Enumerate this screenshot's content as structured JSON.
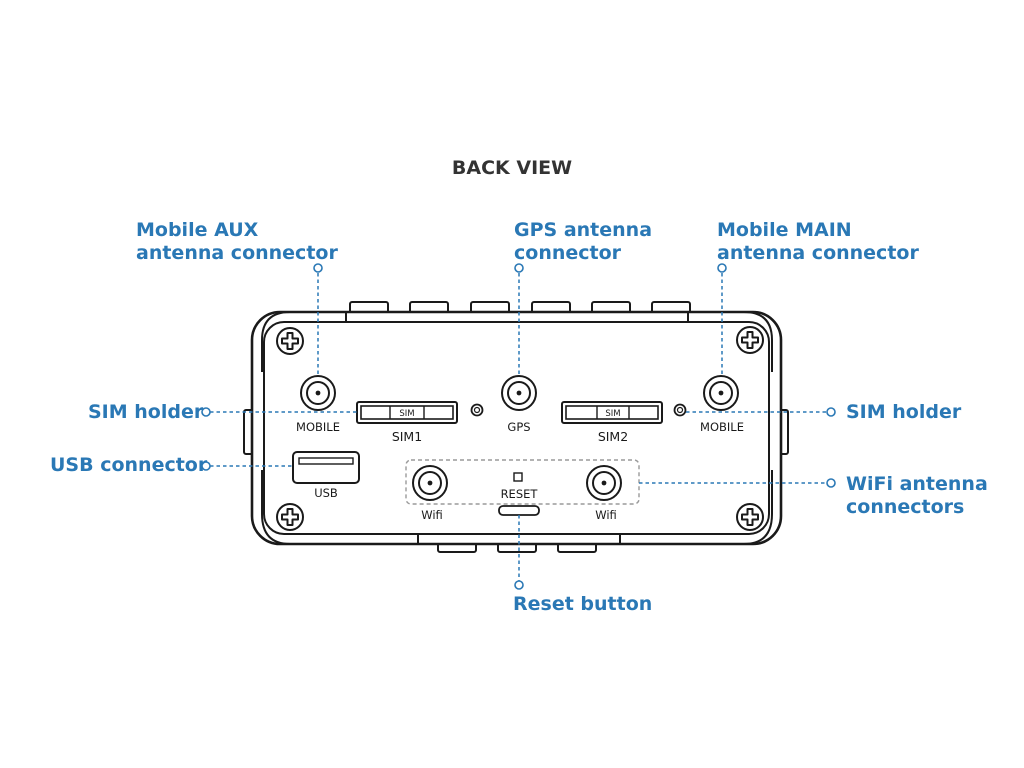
{
  "title": "BACK VIEW",
  "callouts": {
    "mobile_aux": [
      "Mobile AUX",
      "antenna connector"
    ],
    "gps": [
      "GPS antenna",
      "connector"
    ],
    "mobile_main": [
      "Mobile MAIN",
      "antenna connector"
    ],
    "sim_holder_left": "SIM holder",
    "sim_holder_right": "SIM holder",
    "usb": "USB connector",
    "wifi": [
      "WiFi antenna",
      "connectors"
    ],
    "reset": "Reset button"
  },
  "device_labels": {
    "mobile_left": "MOBILE",
    "mobile_right": "MOBILE",
    "sim1": "SIM1",
    "sim2": "SIM2",
    "sim_tag": "SIM",
    "gps": "GPS",
    "usb": "USB",
    "reset": "RESET",
    "wifi_left": "Wifi",
    "wifi_right": "Wifi"
  },
  "colors": {
    "accent": "#2a78b5",
    "outline": "#1a1a1a",
    "title": "#333333",
    "dashed_box": "#9a9a9a"
  }
}
